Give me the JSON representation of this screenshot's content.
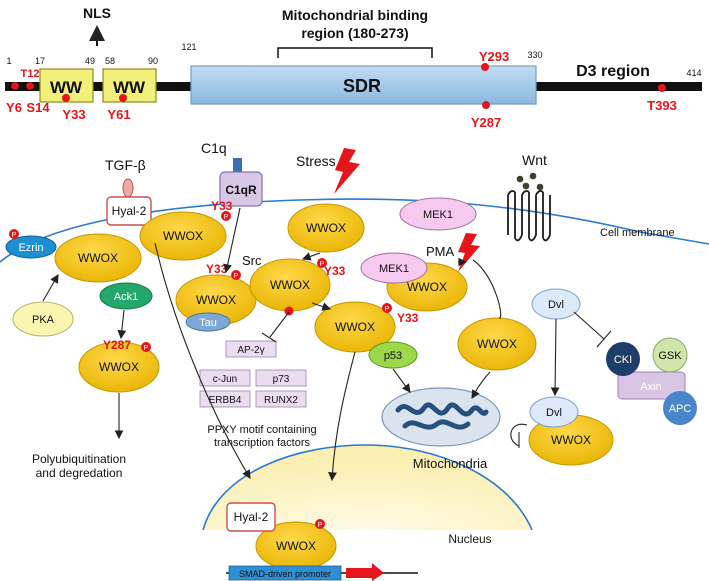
{
  "domain_structure": {
    "nls": "NLS",
    "mito_binding": [
      "Mitochondrial binding",
      "region (180-273)"
    ],
    "ww_domain": "WW",
    "sdr": "SDR",
    "d3_region": "D3 region",
    "positions": [
      "1",
      "17",
      "49",
      "58",
      "90",
      "121",
      "330",
      "414"
    ],
    "sites_top": [
      "T12",
      "Y293"
    ],
    "sites_bottom": [
      "Y6",
      "S14",
      "Y33",
      "Y61",
      "Y287",
      "T393"
    ]
  },
  "pathway": {
    "tgf": "TGF-β",
    "hyal2": "Hyal-2",
    "c1q": "C1q",
    "c1qr": "C1qR",
    "stress": "Stress",
    "wnt": "Wnt",
    "cell_membrane": "Cell membrane",
    "ezrin": "Ezrin",
    "wwox": "WWOX",
    "src": "Src",
    "pma": "PMA",
    "mek1": "MEK1",
    "pka": "PKA",
    "ack1": "Ack1",
    "tau": "Tau",
    "p53": "p53",
    "dvl": "Dvl",
    "cki": "CKI",
    "gsk": "GSK",
    "axin": "Axin",
    "apc": "APC",
    "y33": "Y33",
    "y287": "Y287",
    "p": "P",
    "tf_boxes": [
      "AP-2γ",
      "c-Jun",
      "p73",
      "ERBB4",
      "RUNX2"
    ],
    "ppxy": [
      "PPXY motif containing",
      "transcription factors"
    ],
    "polyub": [
      "Polyubiquitination",
      "and degredation"
    ],
    "mitochondria": "Mitochondria",
    "nucleus": "Nucleus",
    "smad": "SMAD-driven promoter"
  },
  "colors": {
    "wwox": "#f4c000",
    "ww_box": "#f2f07a",
    "sdr": "#a7cbe8",
    "red": "#e8141b"
  }
}
